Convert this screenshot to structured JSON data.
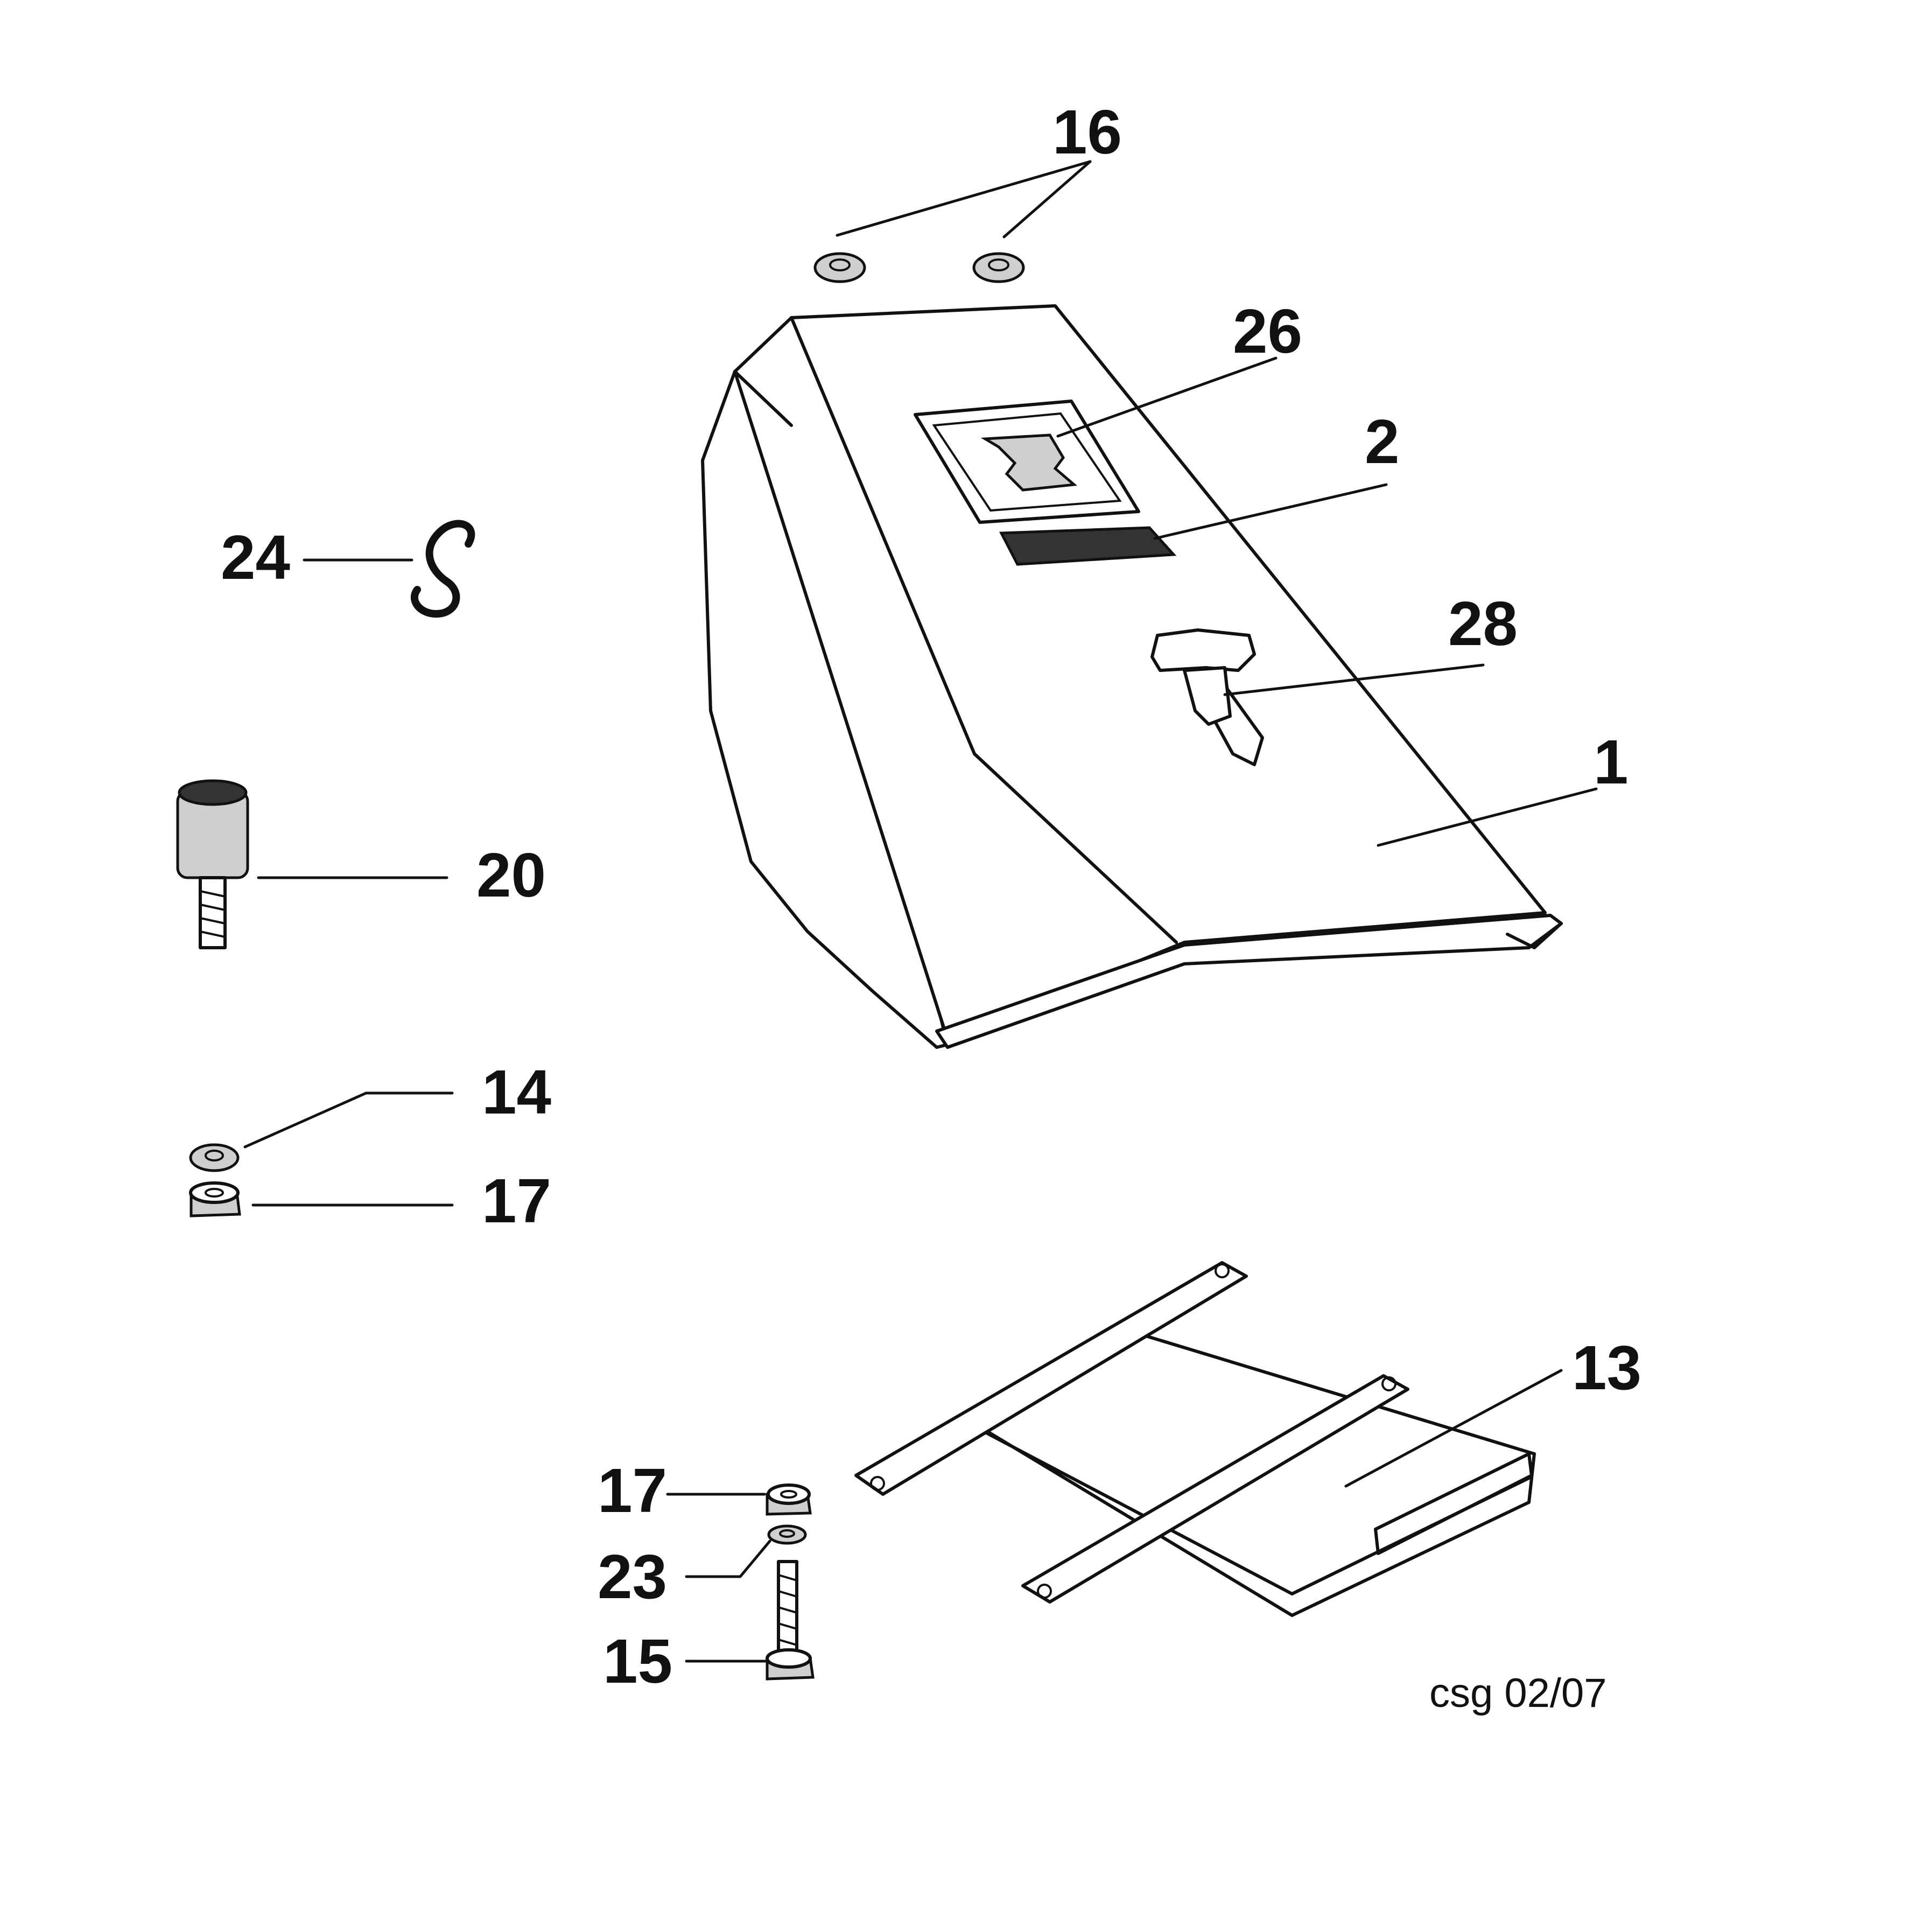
{
  "callouts": {
    "c16": "16",
    "c26": "26",
    "c2": "2",
    "c28": "28",
    "c1": "1",
    "c24": "24",
    "c20": "20",
    "c14": "14",
    "c17_upper": "17",
    "c13": "13",
    "c17_lower": "17",
    "c23": "23",
    "c15": "15"
  },
  "drawing_code": "csg 02/07"
}
